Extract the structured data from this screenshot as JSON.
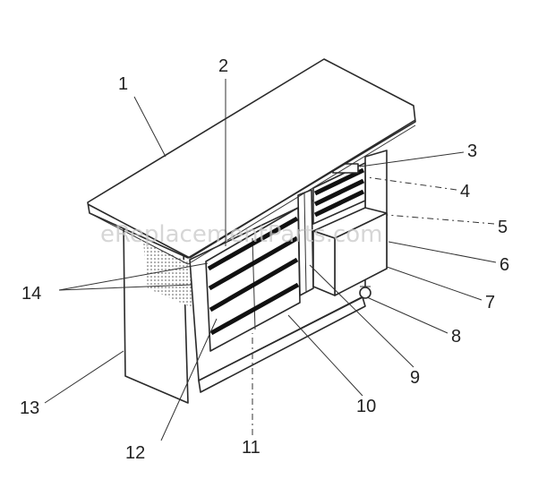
{
  "diagram": {
    "watermark": "eReplacementParts.com",
    "callouts": [
      {
        "id": "1",
        "label": "1"
      },
      {
        "id": "2",
        "label": "2"
      },
      {
        "id": "3",
        "label": "3"
      },
      {
        "id": "4",
        "label": "4"
      },
      {
        "id": "5",
        "label": "5"
      },
      {
        "id": "6",
        "label": "6"
      },
      {
        "id": "7",
        "label": "7"
      },
      {
        "id": "8",
        "label": "8"
      },
      {
        "id": "9",
        "label": "9"
      },
      {
        "id": "10",
        "label": "10"
      },
      {
        "id": "11",
        "label": "11"
      },
      {
        "id": "12",
        "label": "12"
      },
      {
        "id": "13",
        "label": "13"
      },
      {
        "id": "14",
        "label": "14"
      }
    ]
  }
}
